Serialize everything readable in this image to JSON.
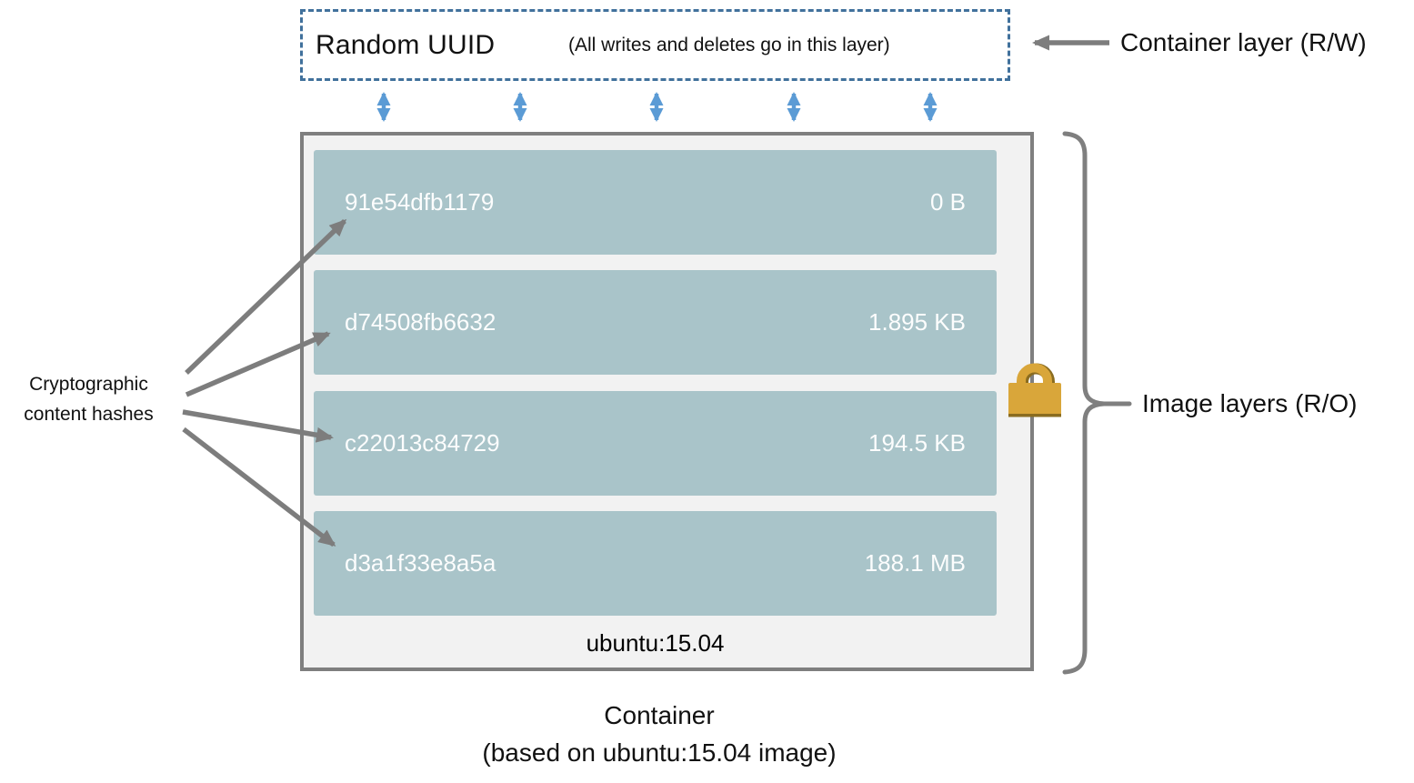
{
  "diagram": {
    "container_layer": {
      "title": "Random UUID",
      "note": "(All writes and deletes go in this layer)",
      "label": "Container layer (R/W)"
    },
    "image_layers": {
      "label": "Image layers (R/O)",
      "pointer_label_line1": "Cryptographic",
      "pointer_label_line2": "content hashes",
      "base_image": "ubuntu:15.04",
      "layers": [
        {
          "hash": "91e54dfb1179",
          "size": "0 B"
        },
        {
          "hash": "d74508fb6632",
          "size": "1.895 KB"
        },
        {
          "hash": "c22013c84729",
          "size": "194.5 KB"
        },
        {
          "hash": "d3a1f33e8a5a",
          "size": "188.1 MB"
        }
      ],
      "lock_icon": "closed-padlock"
    },
    "caption_line1": "Container",
    "caption_line2": "(based on ubuntu:15.04 image)",
    "colors": {
      "layer_fill": "#a9c4c9",
      "image_box_fill": "#f2f2f2",
      "image_box_border": "#7f7f7f",
      "dashed_border_blue": "#41719c",
      "arrow_blue": "#5b9bd5",
      "arrow_gray": "#7d7d7d",
      "lock_gold": "#d9a63a"
    }
  }
}
